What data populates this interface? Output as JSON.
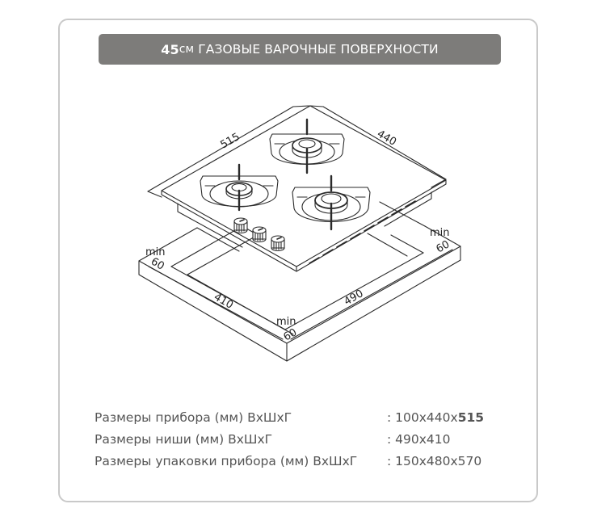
{
  "header": {
    "size_number": "45",
    "size_unit": "см",
    "title": "ГАЗОВЫЕ ВАРОЧНЫЕ ПОВЕРХНОСТИ",
    "background_color": "#7d7c7a"
  },
  "drawing": {
    "dimensions": {
      "depth": "515",
      "width": "440",
      "niche_width": "410",
      "niche_depth": "490",
      "min_label": "min",
      "min_value": "60"
    },
    "burners": 3,
    "knobs": 3
  },
  "specs": [
    {
      "label": "Размеры прибора (мм) ВхШхГ",
      "separator": ":",
      "value_prefix": "100x440x",
      "value_bold": "515"
    },
    {
      "label": "Размеры ниши (мм) ВхШхГ",
      "separator": ":",
      "value_prefix": "490x410",
      "value_bold": ""
    },
    {
      "label": "Размеры упаковки прибора (мм) ВхШхГ",
      "separator": ":",
      "value_prefix": "150x480x570",
      "value_bold": ""
    }
  ]
}
